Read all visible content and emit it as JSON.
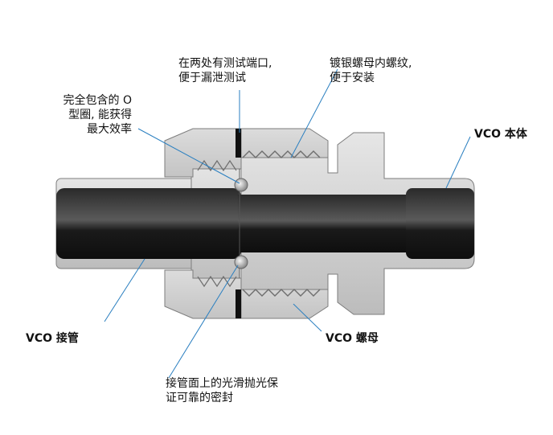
{
  "labels": {
    "test_ports": [
      "在两处有测试端口,",
      "便于漏泄测试"
    ],
    "silver_thread": [
      "镀银螺母内螺纹,",
      "便于安装"
    ],
    "o_ring": [
      "完全包含的 O",
      "型圈, 能获得",
      "最大效率"
    ],
    "body": "VCO 本体",
    "gland": "VCO 接管",
    "nut": "VCO 螺母",
    "sealing_face": [
      "接管面上的光滑抛光保",
      "证可靠的密封"
    ]
  },
  "colors": {
    "metal_light": "#d9d9d9",
    "metal_mid": "#bdbdbd",
    "metal_dark": "#8c8c8c",
    "bore": "#1c1c1c",
    "leader_line": "#2a7fc0"
  }
}
